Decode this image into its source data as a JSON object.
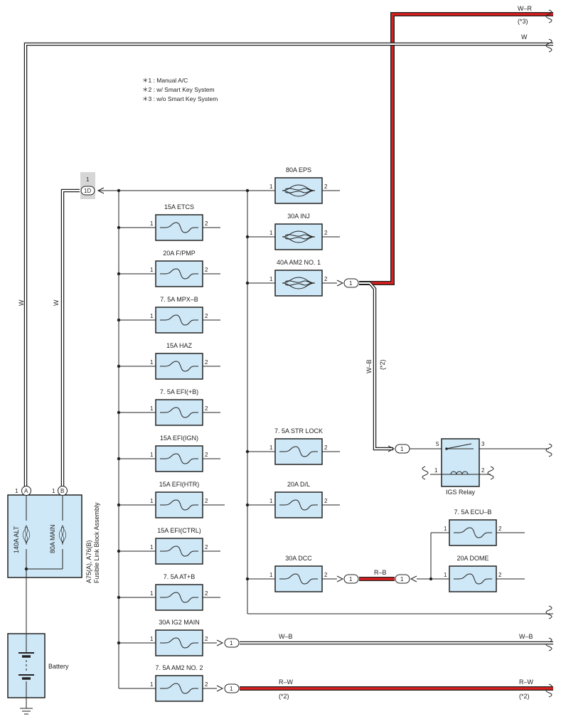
{
  "notes": [
    "＊1 : Manual A/C",
    "＊2 : w/ Smart Key System",
    "＊3 : w/o Smart Key System"
  ],
  "wires": {
    "top_wr": "W–R",
    "top_wr_note": "(*3)",
    "top_w": "W",
    "left_w1": "W",
    "left_w2": "W",
    "wb_vertical": "W–B",
    "wb_vertical_note": "(*2)",
    "rb": "R–B",
    "ig2_wb_left": "W–B",
    "ig2_wb_right": "W–B",
    "am2_rw_left": "R–W",
    "am2_rw_left_note": "(*2)",
    "am2_rw_right": "R–W",
    "am2_rw_right_note": "(*2)"
  },
  "connectors": {
    "c1d_pin": "1",
    "c1d_label": "1D",
    "one": "1",
    "alt_pin": "1",
    "alt_letter": "A",
    "main_pin": "1",
    "main_letter": "B"
  },
  "fuses_left": [
    {
      "label": "15A ETCS",
      "pin_in": "1",
      "pin_out": "2"
    },
    {
      "label": "20A F/PMP",
      "pin_in": "1",
      "pin_out": "2"
    },
    {
      "label": "7. 5A MPX–B",
      "pin_in": "1",
      "pin_out": "2"
    },
    {
      "label": "15A HAZ",
      "pin_in": "1",
      "pin_out": "2"
    },
    {
      "label": "7. 5A EFI(+B)",
      "pin_in": "1",
      "pin_out": "2"
    },
    {
      "label": "15A EFI(IGN)",
      "pin_in": "1",
      "pin_out": "2"
    },
    {
      "label": "15A EFI(HTR)",
      "pin_in": "1",
      "pin_out": "2"
    },
    {
      "label": "15A EFI(CTRL)",
      "pin_in": "1",
      "pin_out": "2"
    },
    {
      "label": "7. 5A AT+B",
      "pin_in": "1",
      "pin_out": "2"
    },
    {
      "label": "30A IG2 MAIN",
      "pin_in": "1",
      "pin_out": "2"
    },
    {
      "label": "7. 5A AM2 NO. 2",
      "pin_in": "1",
      "pin_out": "2"
    }
  ],
  "fuses_mid": [
    {
      "label": "80A EPS",
      "pin_in": "1",
      "pin_out": "2"
    },
    {
      "label": "30A INJ",
      "pin_in": "1",
      "pin_out": "2"
    },
    {
      "label": "40A AM2 NO. 1",
      "pin_in": "1",
      "pin_out": "2"
    },
    {
      "label": "7. 5A STR LOCK",
      "pin_in": "1",
      "pin_out": "2"
    },
    {
      "label": "20A D/L",
      "pin_in": "1",
      "pin_out": "2"
    },
    {
      "label": "30A DCC",
      "pin_in": "1",
      "pin_out": "2"
    }
  ],
  "fuses_right": [
    {
      "label": "7. 5A ECU–B",
      "pin_in": "1",
      "pin_out": "2"
    },
    {
      "label": "20A DOME",
      "pin_in": "1",
      "pin_out": "2"
    }
  ],
  "relay": {
    "label": "IGS Relay",
    "pin5": "5",
    "pin3": "3",
    "pin1": "1",
    "pin2": "2"
  },
  "fusible_block": {
    "alt_label": "140A ALT",
    "main_label": "80A MAIN",
    "name_line1": "A75(A), A76(B)",
    "name_line2": "Fusible Link Block Assembly"
  },
  "battery": {
    "label": "Battery"
  }
}
